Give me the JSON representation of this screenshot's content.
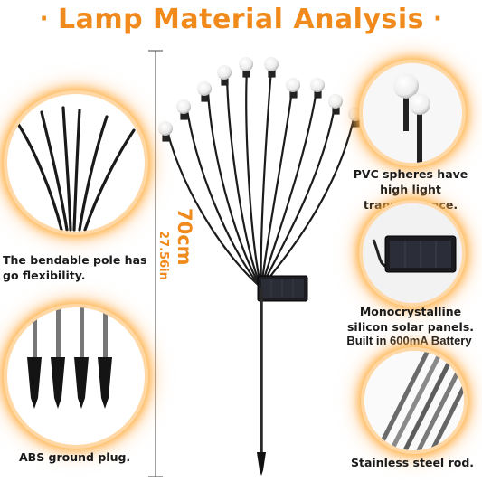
{
  "title": "Lamp Material Analysis",
  "title_dot": "·",
  "height_cm": "70cm",
  "height_in": "27.56in",
  "captions": {
    "bendable": "The bendable pole has go flexibility.",
    "abs": "ABS ground plug.",
    "pvc": "PVC spheres have high light transmittance.",
    "solar": "Monocrystalline silicon solar panels.",
    "battery": "Built in 600mA Battery",
    "steel": "Stainless steel rod."
  },
  "colors": {
    "accent": "#f08a1c",
    "glow": "#ffb347",
    "text": "#1a1a1a"
  }
}
